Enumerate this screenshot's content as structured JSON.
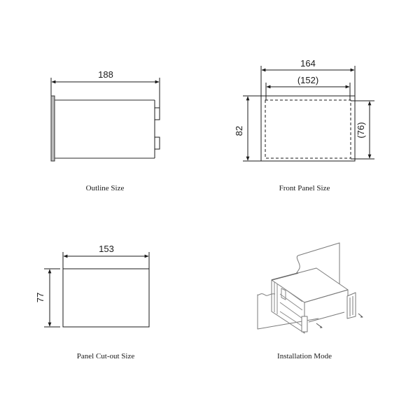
{
  "diagrams": {
    "outline": {
      "caption": "Outline Size",
      "width_label": "188"
    },
    "front_panel": {
      "caption": "Front Panel Size",
      "outer_width_label": "164",
      "inner_width_label": "(152)",
      "outer_height_label": "82",
      "inner_height_label": "(76)"
    },
    "cutout": {
      "caption": "Panel Cut-out Size",
      "width_label": "153",
      "height_label": "77"
    },
    "installation": {
      "caption": "Installation Mode"
    }
  },
  "colors": {
    "line": "#1a1a1a",
    "bezel_fill": "#bdbdbd",
    "dim_line": "#333333",
    "illustration_line": "#7a7a7a"
  }
}
